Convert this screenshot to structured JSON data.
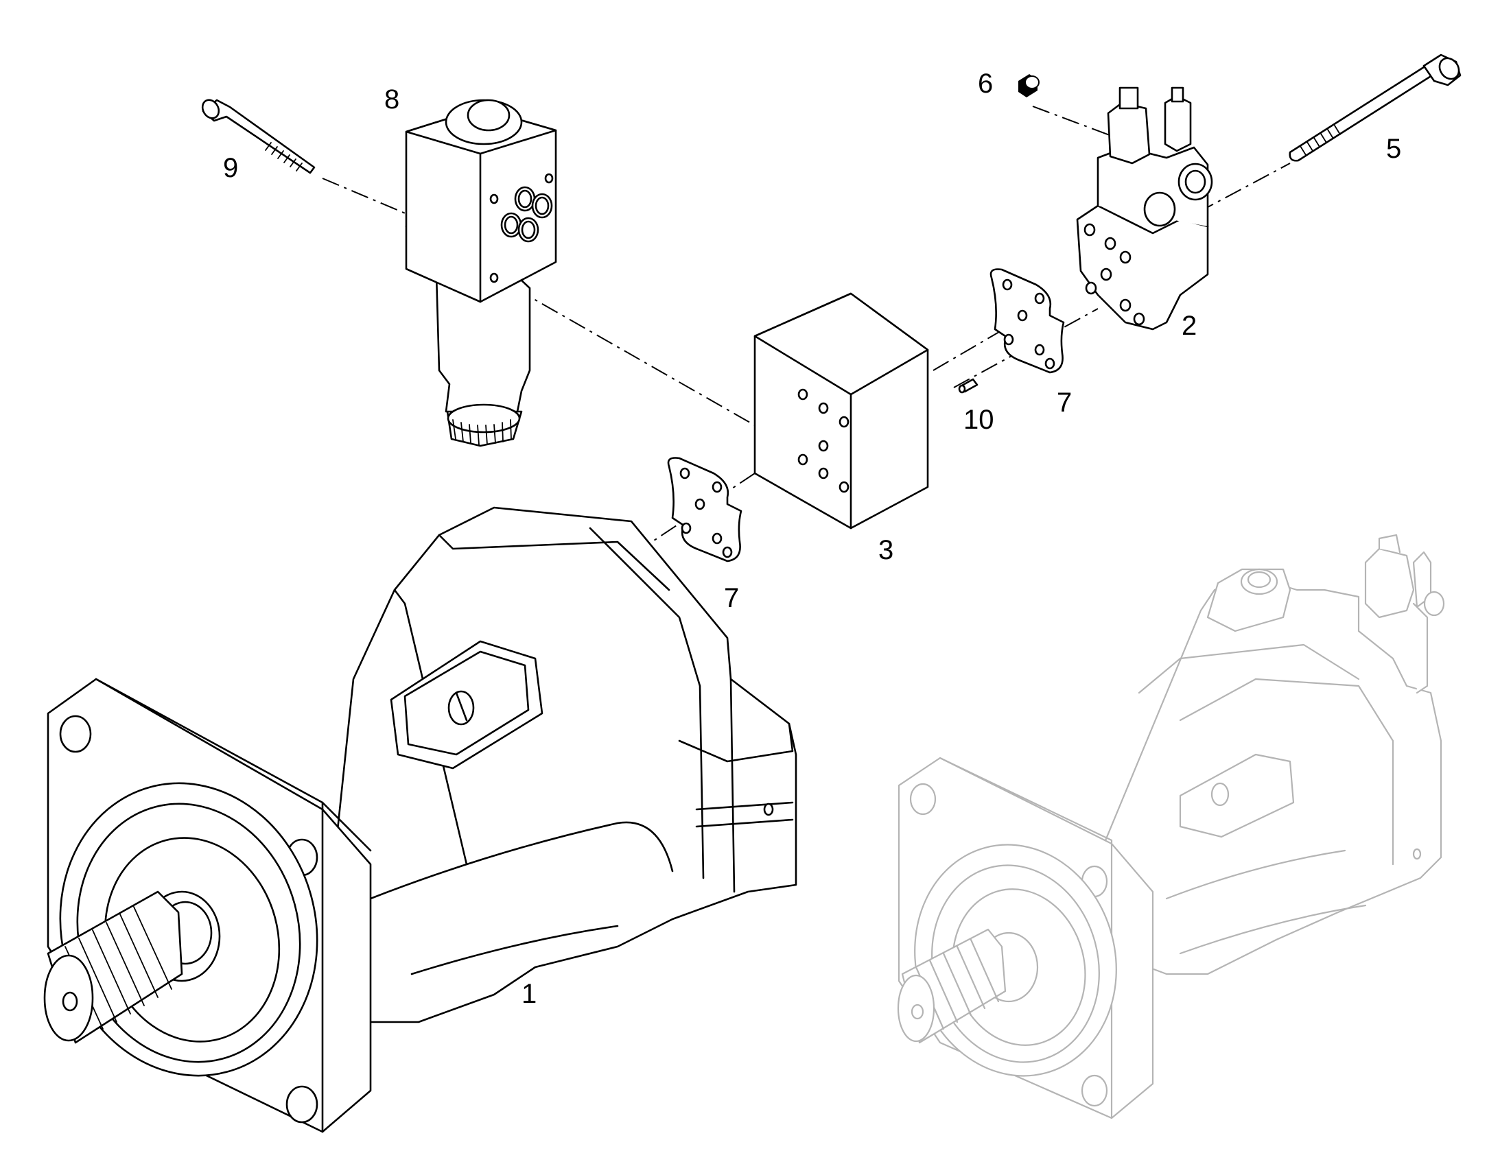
{
  "diagram": {
    "type": "exploded-parts-view",
    "callouts": {
      "motor": "1",
      "valve_right": "2",
      "manifold_block": "3",
      "bolt_right": "5",
      "plug": "6",
      "gasket_upper": "7",
      "gasket_lower": "7",
      "solenoid_valve": "8",
      "bolt_left": "9",
      "pin": "10"
    }
  }
}
